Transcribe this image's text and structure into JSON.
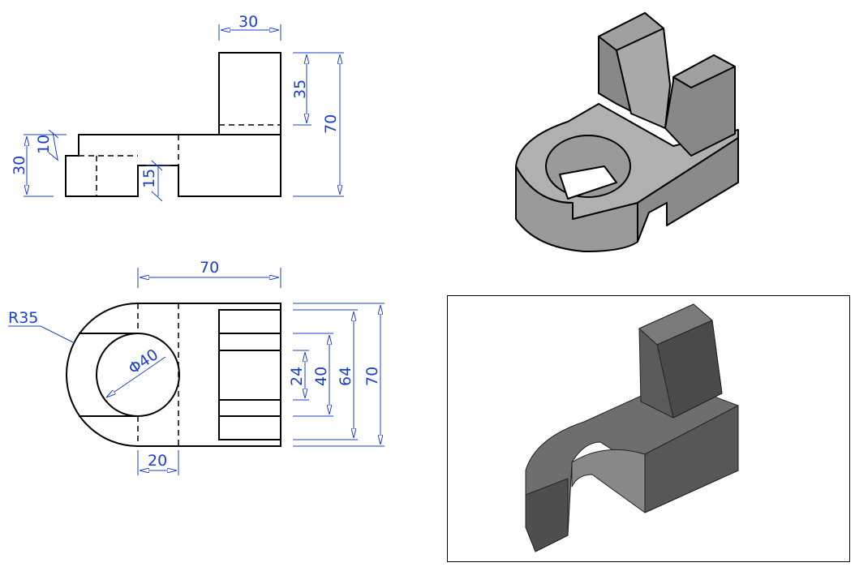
{
  "front_view": {
    "dims": {
      "top_width": "30",
      "upright_height": "35",
      "total_height": "70",
      "base_height": "30",
      "step": "10",
      "slot_depth": "15"
    }
  },
  "top_view": {
    "dims": {
      "length": "70",
      "radius": "R35",
      "hole_diameter": "Φ40",
      "offset": "20",
      "slot": "24",
      "inner": "40",
      "inner_outer": "64",
      "width": "70"
    }
  },
  "colors": {
    "outline": "#000000",
    "dimension": "#1a3fd0",
    "shade_dark": "#555555",
    "shade_mid": "#8a8a8a",
    "shade_light": "#a8a8a8"
  }
}
